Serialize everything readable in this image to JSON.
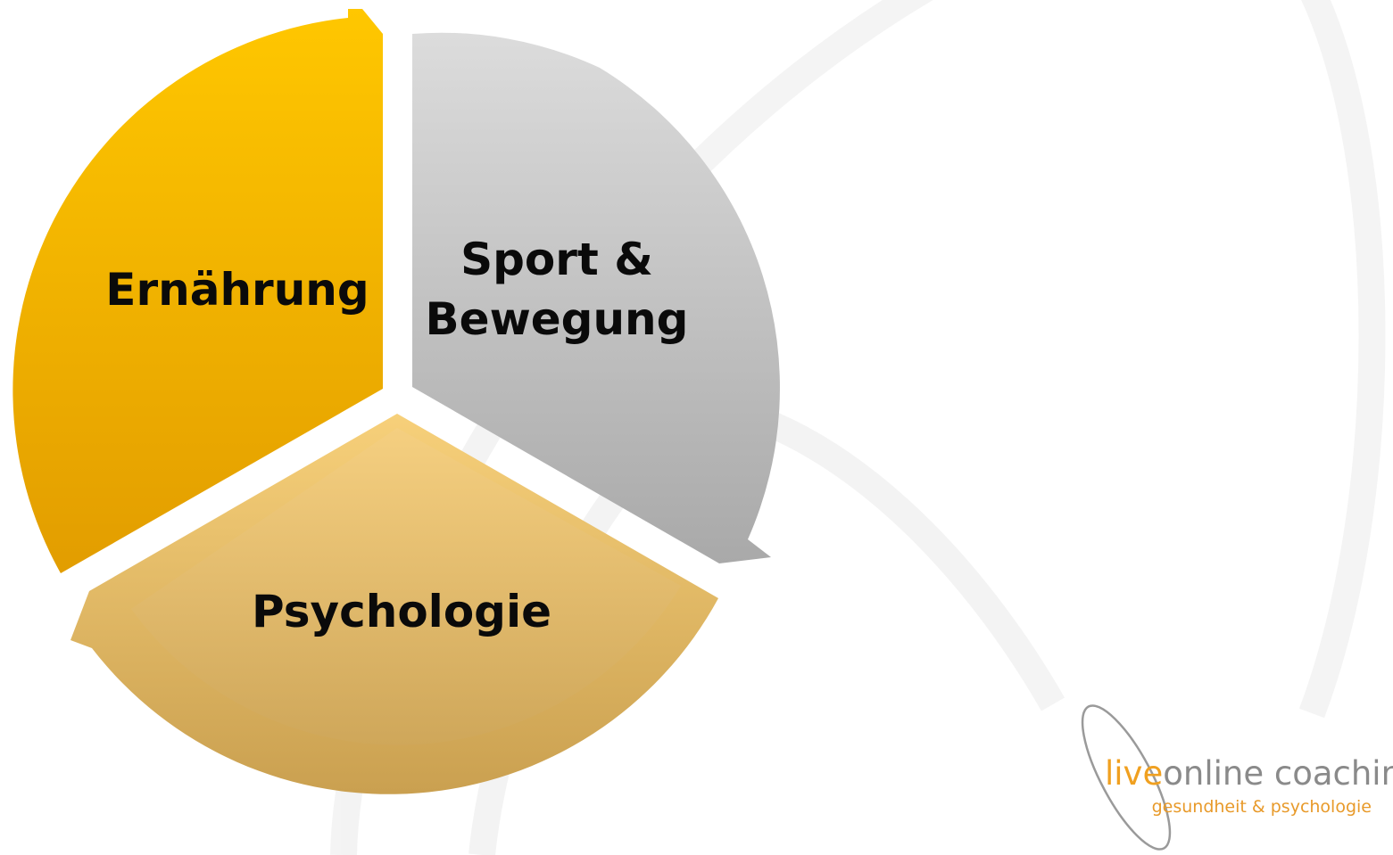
{
  "cycle": {
    "segments": [
      {
        "label_lines": [
          "Ernährung"
        ],
        "color_top": "#ffc700",
        "color_bottom": "#e29d00"
      },
      {
        "label_lines": [
          "Sport &",
          "Bewegung"
        ],
        "color_top": "#dcdcdc",
        "color_bottom": "#a9a9a9"
      },
      {
        "label_lines": [
          "Psychologie"
        ],
        "color_top": "#f7d07a",
        "color_bottom": "#caa050"
      }
    ]
  },
  "logo": {
    "brand_live": "live",
    "brand_rest": "online coaching",
    "tagline": "gesundheit & psychologie",
    "accent_color": "#f0a020",
    "text_color": "#8a8a8a"
  }
}
